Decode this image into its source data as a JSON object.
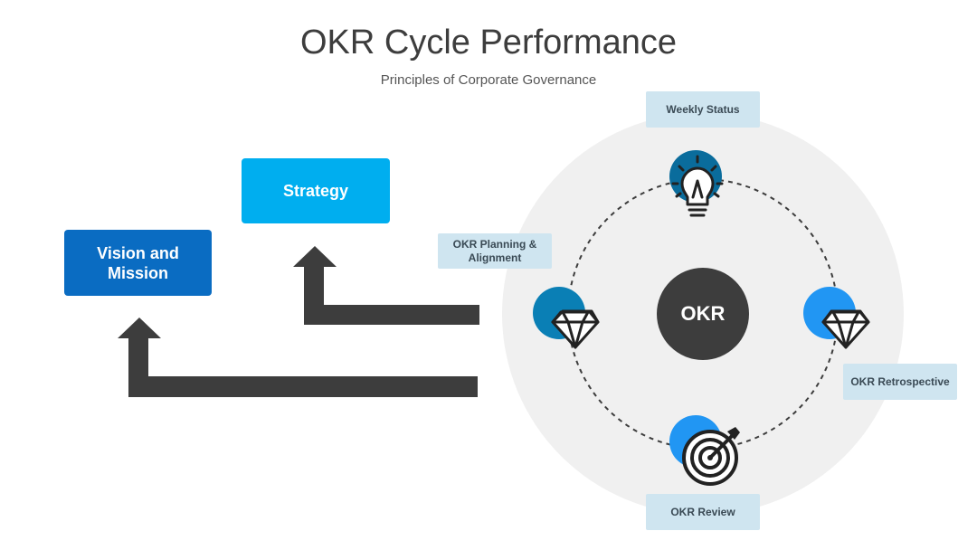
{
  "header": {
    "title": "OKR Cycle Performance",
    "subtitle": "Principles of Corporate Governance"
  },
  "boxes": {
    "strategy": {
      "label": "Strategy",
      "color": "#00aeef"
    },
    "vision": {
      "label_line1": "Vision and",
      "label_line2": "Mission",
      "color": "#0a6cc2"
    }
  },
  "cycle": {
    "center_label": "OKR",
    "center_color": "#3d3d3d",
    "ring_color": "#f0f0f0",
    "stages": {
      "weekly": {
        "label": "Weekly Status",
        "icon": "lightbulb-icon",
        "accent": "#0a6c9c"
      },
      "planning": {
        "label_line1": "OKR Planning &",
        "label_line2": "Alignment",
        "icon": "diamond-icon",
        "accent": "#0a7fb5"
      },
      "retrospective": {
        "label": "OKR Retrospective",
        "icon": "diamond-icon",
        "accent": "#2196f3"
      },
      "review": {
        "label": "OKR Review",
        "icon": "target-icon",
        "accent": "#2196f3"
      }
    }
  },
  "arrow_color": "#3d3d3d"
}
